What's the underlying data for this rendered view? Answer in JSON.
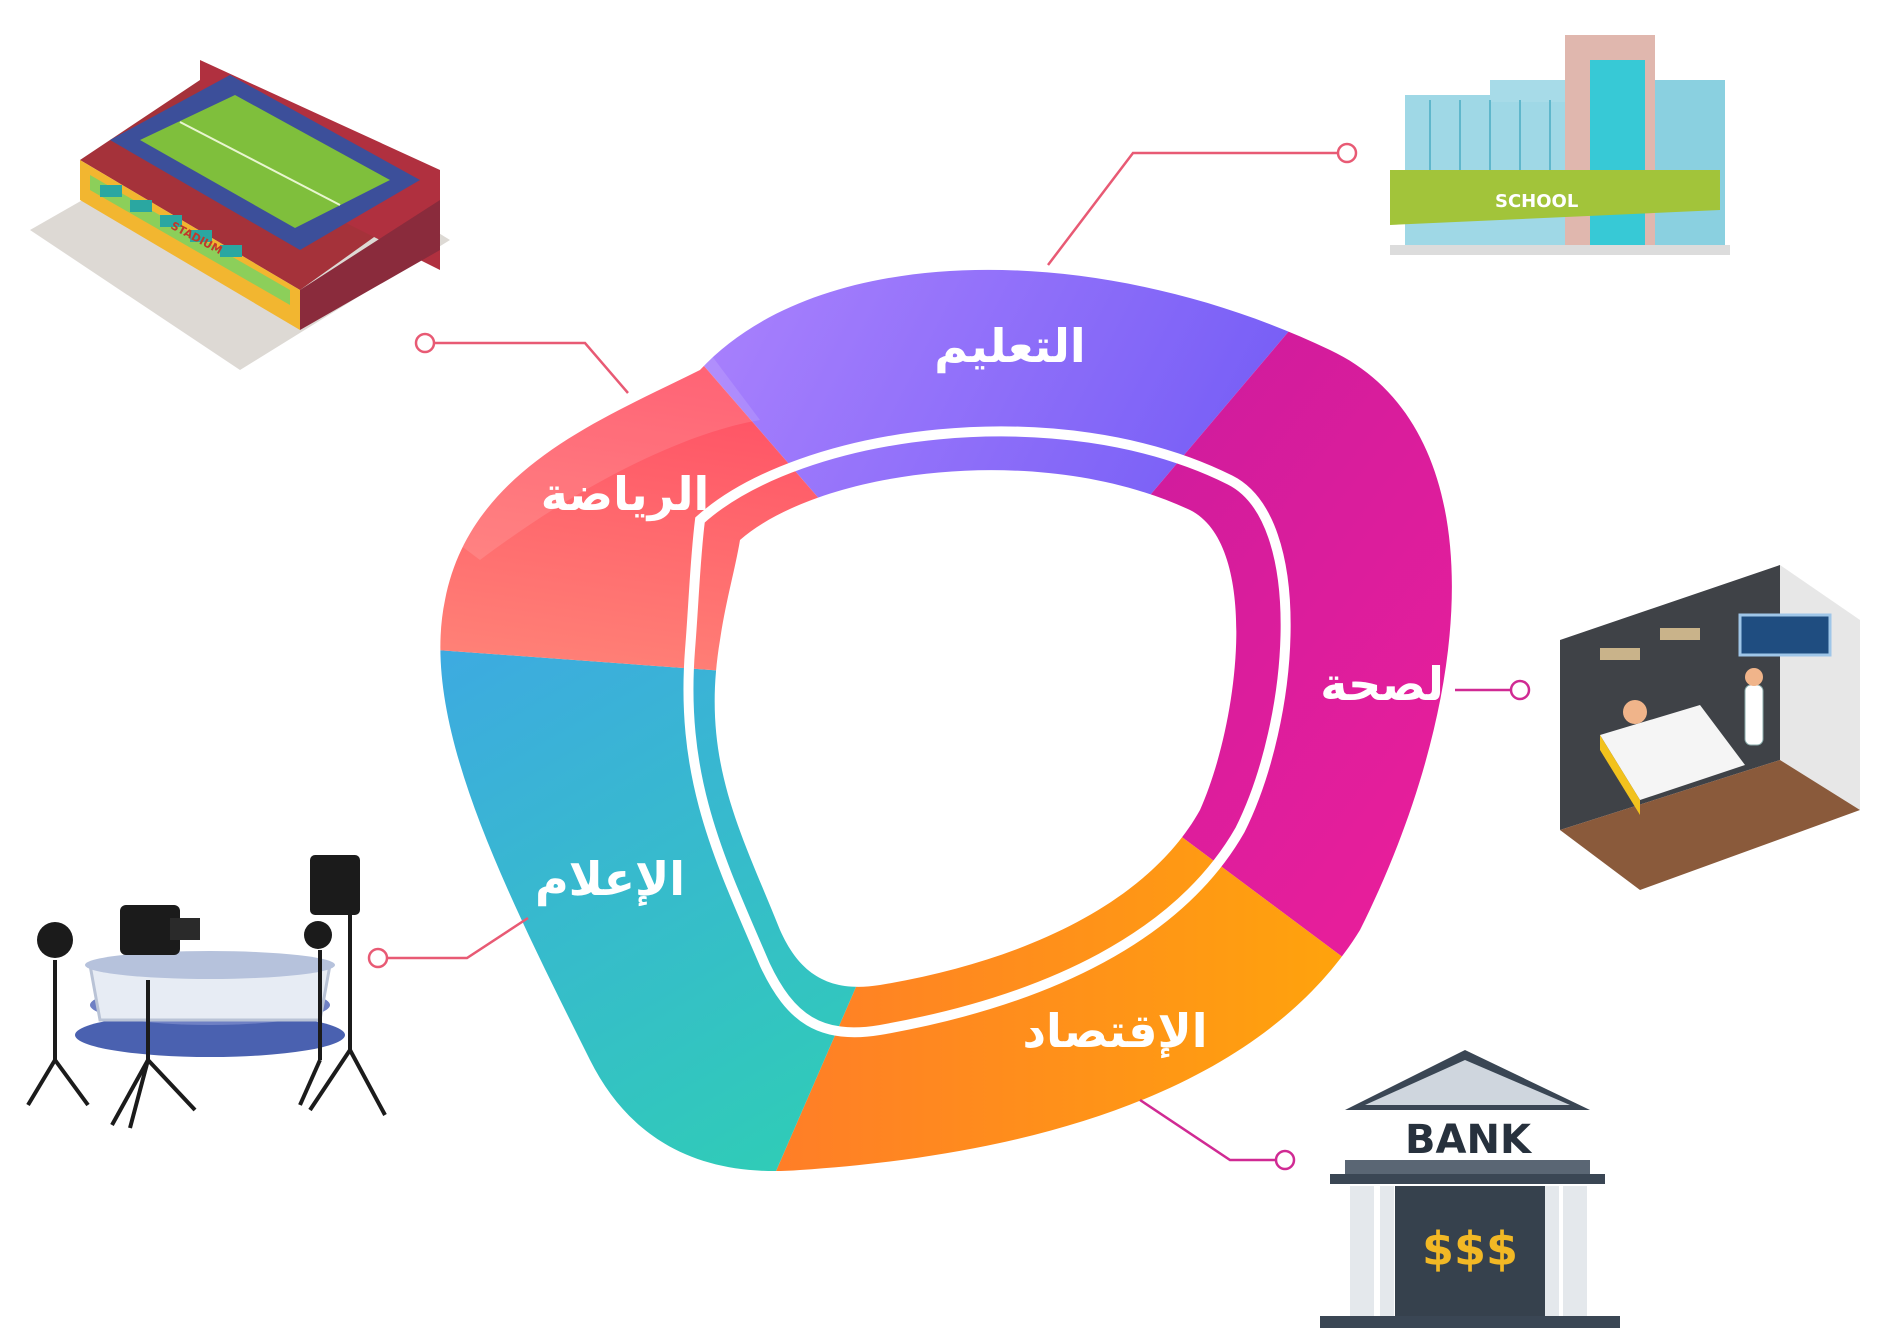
{
  "segments": [
    {
      "id": "education",
      "label": "التعليم"
    },
    {
      "id": "health",
      "label": "الصحة"
    },
    {
      "id": "economy",
      "label": "الإقتصاد"
    },
    {
      "id": "media",
      "label": "الإعلام"
    },
    {
      "id": "sports",
      "label": "الرياضة"
    }
  ],
  "illustrations": {
    "stadium_sign": "STADIUM",
    "school_sign": "SCHOOL",
    "bank_sign": "BANK",
    "bank_symbols": "$$$"
  }
}
